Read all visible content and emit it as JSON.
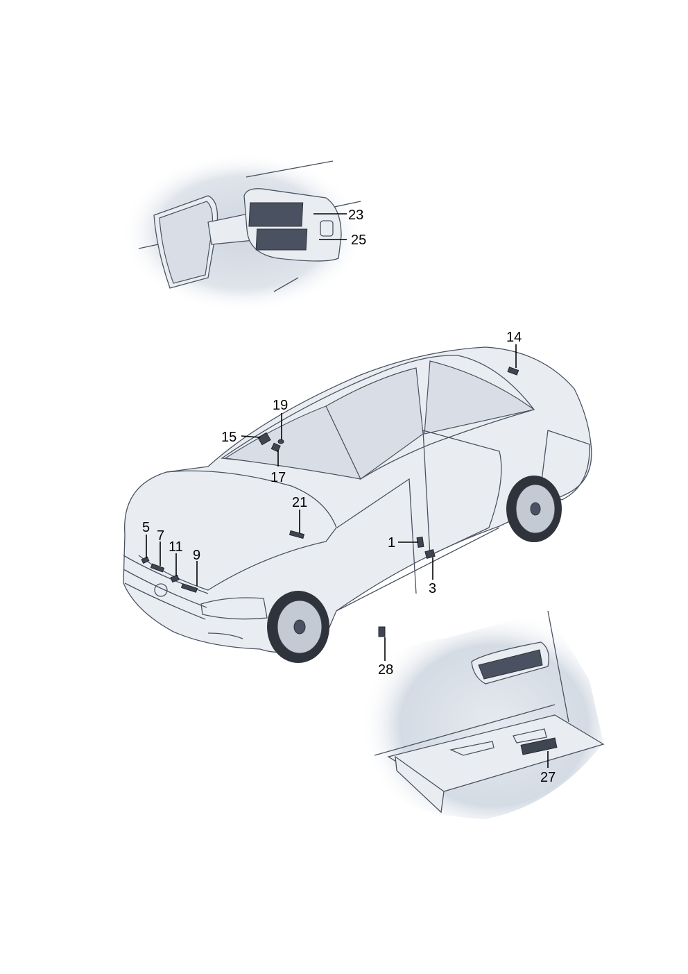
{
  "callouts": {
    "c1": "1",
    "c3": "3",
    "c5": "5",
    "c7": "7",
    "c9": "9",
    "c11": "11",
    "c14": "14",
    "c15": "15",
    "c17": "17",
    "c19": "19",
    "c21": "21",
    "c23": "23",
    "c25": "25",
    "c27": "27",
    "c28": "28"
  },
  "colors": {
    "vignette": "#cfd6e0",
    "body": "#e9edf2",
    "outline": "#4a5260",
    "sticker": "#3f4652"
  },
  "icons": [
    "fuel-flap-detail",
    "car-body",
    "glovebox-detail"
  ]
}
